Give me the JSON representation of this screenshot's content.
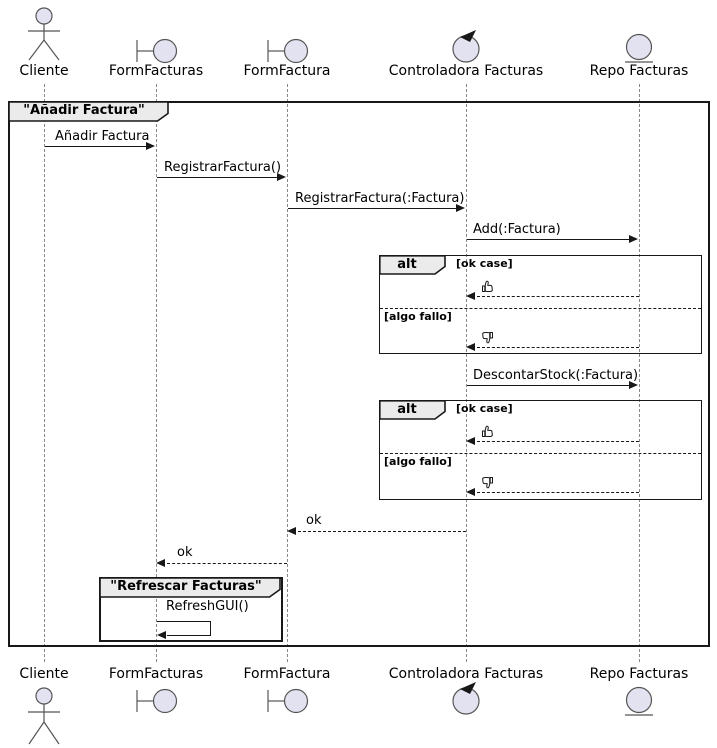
{
  "diagram_type": "uml-sequence",
  "participants": {
    "cliente": {
      "label": "Cliente",
      "type": "actor"
    },
    "form_facturas": {
      "label": "FormFacturas",
      "type": "boundary"
    },
    "form_factura": {
      "label": "FormFactura",
      "type": "boundary"
    },
    "controladora_facturas": {
      "label": "Controladora Facturas",
      "type": "control"
    },
    "repo_facturas": {
      "label": "Repo Facturas",
      "type": "entity"
    }
  },
  "frames": {
    "main": {
      "title": "\"Añadir Factura\""
    },
    "refrescar": {
      "title": "\"Refrescar Facturas\""
    }
  },
  "fragments": {
    "alt1": {
      "operator": "alt",
      "guard_ok": "[ok case]",
      "guard_fail": "[algo fallo]",
      "ok_icon": "thumbs-up-icon",
      "fail_icon": "thumbs-down-icon"
    },
    "alt2": {
      "operator": "alt",
      "guard_ok": "[ok case]",
      "guard_fail": "[algo fallo]",
      "ok_icon": "thumbs-up-icon",
      "fail_icon": "thumbs-down-icon"
    }
  },
  "messages": {
    "anadir_factura": {
      "label": "Añadir Factura",
      "from": "Cliente",
      "to": "FormFacturas",
      "kind": "sync"
    },
    "registrar_factura": {
      "label": "RegistrarFactura()",
      "from": "FormFacturas",
      "to": "FormFactura",
      "kind": "sync"
    },
    "registrar_factura_param": {
      "label": "RegistrarFactura(:Factura)",
      "from": "FormFactura",
      "to": "Controladora Facturas",
      "kind": "sync"
    },
    "add_factura": {
      "label": "Add(:Factura)",
      "from": "Controladora Facturas",
      "to": "Repo Facturas",
      "kind": "sync"
    },
    "descontar_stock": {
      "label": "DescontarStock(:Factura)",
      "from": "Controladora Facturas",
      "to": "Repo Facturas",
      "kind": "sync"
    },
    "ok_to_form_factura": {
      "label": "ok",
      "from": "Controladora Facturas",
      "to": "FormFactura",
      "kind": "return"
    },
    "ok_to_form_facturas": {
      "label": "ok",
      "from": "FormFactura",
      "to": "FormFacturas",
      "kind": "return"
    },
    "refresh_gui": {
      "label": "RefreshGUI()",
      "from": "FormFacturas",
      "to": "FormFacturas",
      "kind": "self"
    }
  },
  "colors": {
    "background": "#FFFFFF",
    "line": "#181818",
    "lifeline": "#888888",
    "shape_fill": "#E2E2F0",
    "frame_tab_bg": "#EBEBEB"
  }
}
